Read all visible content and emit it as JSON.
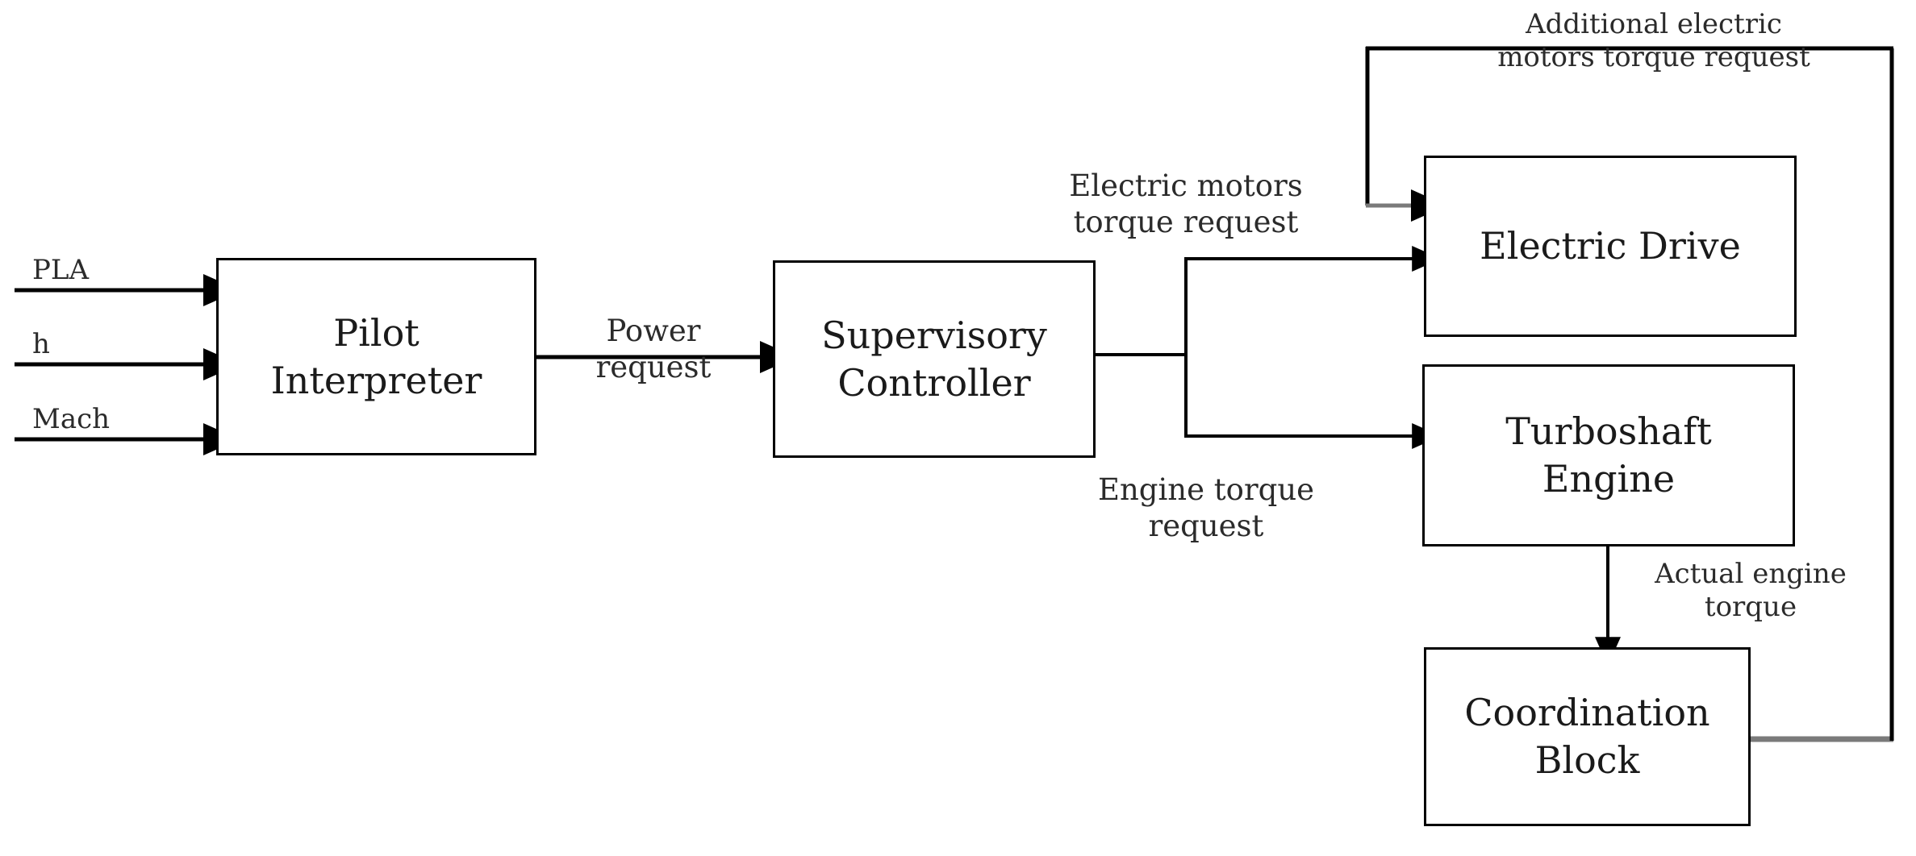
{
  "diagram": {
    "title": "Hybrid electric propulsion supervisory control block diagram",
    "line_color": "#000000",
    "feedback_line_color": "#7a7a7a",
    "text_color": "#2b2b2b",
    "background": "#ffffff"
  },
  "blocks": [
    {
      "id": "pilot-interpreter",
      "label": "Pilot\nInterpreter"
    },
    {
      "id": "supervisory-controller",
      "label": "Supervisory\nController"
    },
    {
      "id": "electric-drive",
      "label": "Electric Drive"
    },
    {
      "id": "turboshaft-engine",
      "label": "Turboshaft\nEngine"
    },
    {
      "id": "coordination-block",
      "label": "Coordination\nBlock"
    }
  ],
  "inputs": [
    {
      "id": "pla",
      "label": "PLA"
    },
    {
      "id": "h",
      "label": "h"
    },
    {
      "id": "mach",
      "label": "Mach"
    }
  ],
  "signals": [
    {
      "id": "power-request",
      "label": "Power\nrequest"
    },
    {
      "id": "electric-motors-torque-request",
      "label": "Electric   motors\ntorque request"
    },
    {
      "id": "engine-torque-request",
      "label": "Engine torque\nrequest"
    },
    {
      "id": "actual-engine-torque",
      "label": "Actual engine\ntorque"
    },
    {
      "id": "additional-electric-motors-torque-request",
      "label": "Additional electric\nmotors torque request"
    }
  ]
}
